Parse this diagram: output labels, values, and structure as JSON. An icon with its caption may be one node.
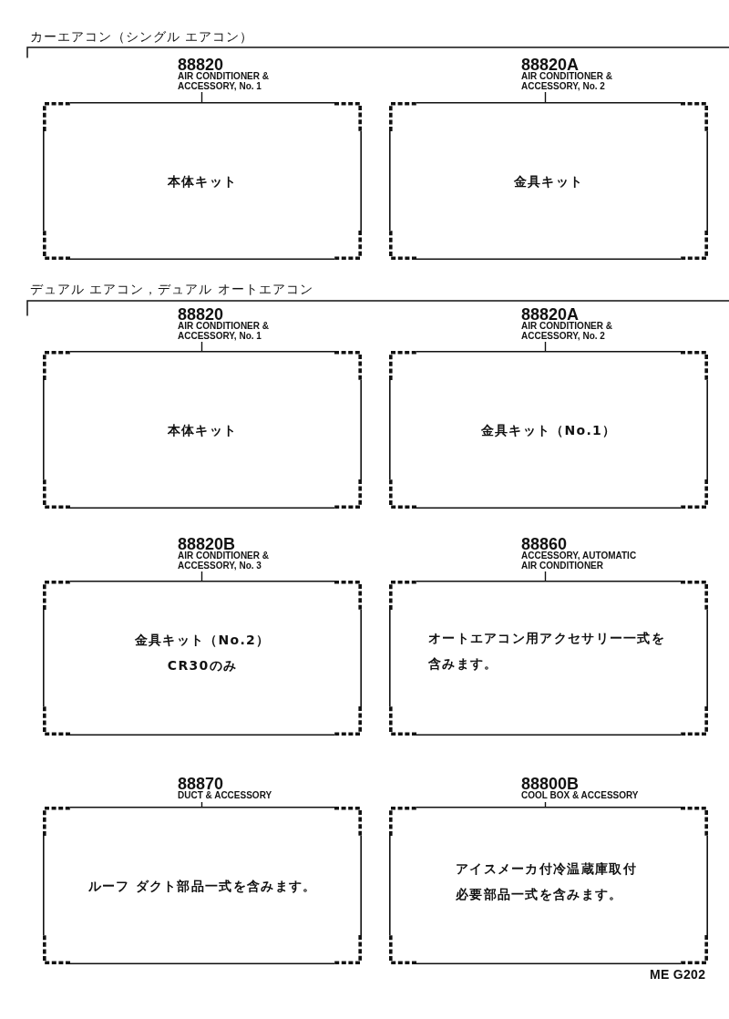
{
  "diagram": {
    "nodes": [
      {
        "text": [
          "88820",
          "AIR CONDITIONER & ACCESSORY, No. 1",
          "本体キット"
        ]
      },
      {
        "text": [
          "88820A",
          "AIR CONDITIONER & ACCESSORY, No. 2",
          "金具キット"
        ]
      },
      {
        "text": [
          "88820",
          "AIR CONDITIONER & ACCESSORY, No. 1",
          "本体キット"
        ]
      },
      {
        "text": [
          "88820A",
          "AIR CONDITIONER & ACCESSORY, No. 2",
          "金具キット（No.1）"
        ]
      },
      {
        "text": [
          "88820B",
          "AIR CONDITIONER & ACCESSORY, No. 3",
          "金具キット（No.2）",
          "CR30のみ"
        ]
      },
      {
        "text": [
          "88860",
          "ACCESSORY, AUTOMATIC AIR CONDITIONER",
          "オートエアコン用アクセサリー一式を含みます。"
        ]
      },
      {
        "text": [
          "88870",
          "DUCT & ACCESSORY",
          "ルーフ ダクト部品一式を含みます。"
        ]
      },
      {
        "text": [
          "88800B",
          "COOL BOX & ACCESSORY",
          "アイスメーカ付冷温蔵庫取付必要部品一式を含みます。"
        ]
      }
    ],
    "labels": [
      "カーエアコン（シングル エアコン）",
      "デュアル エアコン，デュアル オートエアコン",
      "ME G202"
    ]
  }
}
